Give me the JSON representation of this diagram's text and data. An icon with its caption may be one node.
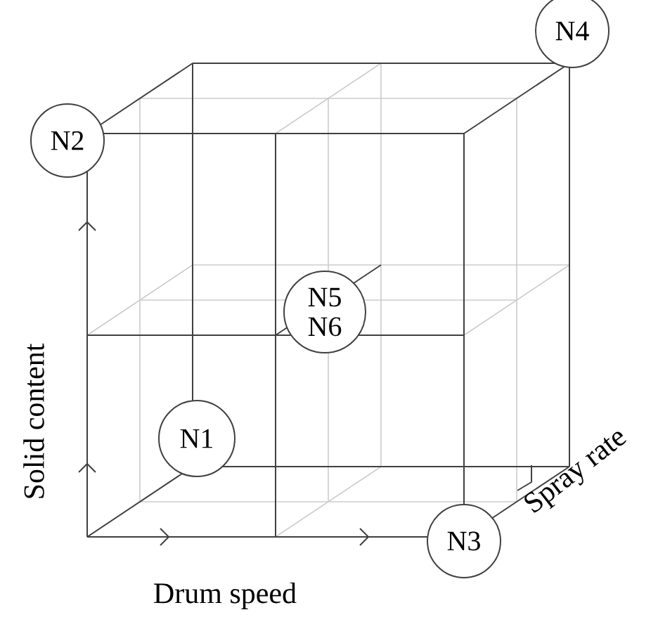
{
  "diagram": {
    "nodes": [
      {
        "text": [
          "N1"
        ]
      },
      {
        "text": [
          "N2"
        ]
      },
      {
        "text": [
          "N3"
        ]
      },
      {
        "text": [
          "N4"
        ]
      },
      {
        "text": [
          "N5 N6"
        ]
      }
    ],
    "labels": [
      "Solid content",
      "Drum speed",
      "Spray rate"
    ]
  }
}
